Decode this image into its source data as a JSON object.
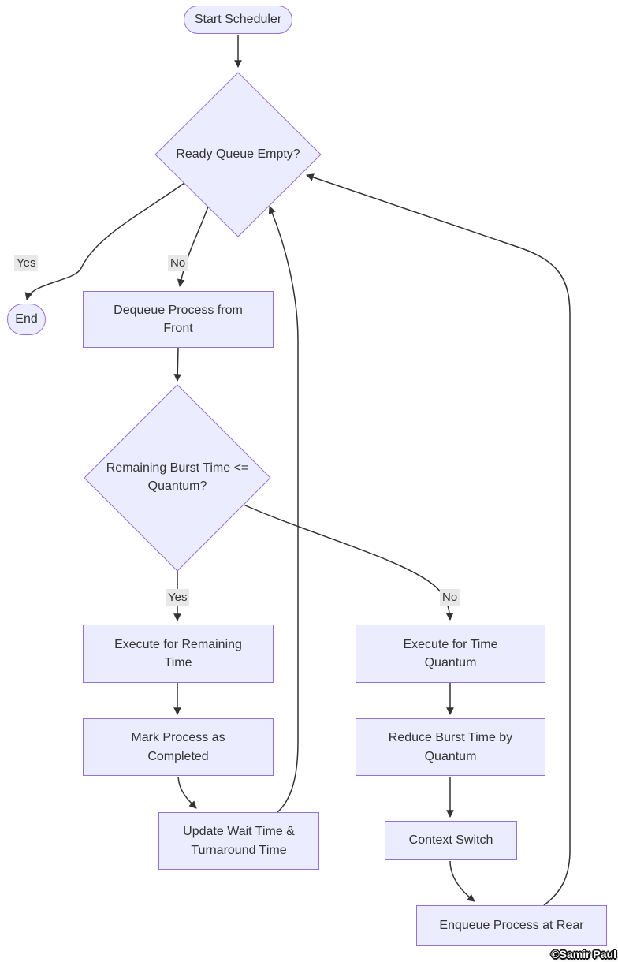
{
  "nodes": {
    "start": {
      "label": "Start Scheduler"
    },
    "ready_queue_empty": {
      "label": "Ready Queue Empty?"
    },
    "end": {
      "label": "End"
    },
    "dequeue": {
      "label": "Dequeue Process from Front"
    },
    "burst_check": {
      "label": "Remaining Burst Time <= Quantum?"
    },
    "execute_remaining": {
      "label": "Execute for Remaining Time"
    },
    "mark_completed": {
      "label": "Mark Process as Completed"
    },
    "update_wait": {
      "label": "Update Wait Time & Turnaround Time"
    },
    "execute_quantum": {
      "label": "Execute for Time Quantum"
    },
    "reduce_burst": {
      "label": "Reduce Burst Time by Quantum"
    },
    "context_switch": {
      "label": "Context Switch"
    },
    "enqueue_rear": {
      "label": "Enqueue Process at Rear"
    }
  },
  "edge_labels": {
    "ready_yes": "Yes",
    "ready_no": "No",
    "burst_yes": "Yes",
    "burst_no": "No"
  },
  "watermark": "©Samir Paul",
  "colors": {
    "node_fill": "#ECECFF",
    "node_border": "#9370DB",
    "edge": "#333333",
    "edge_label_bg": "#e8e8e8",
    "text": "#333333"
  }
}
